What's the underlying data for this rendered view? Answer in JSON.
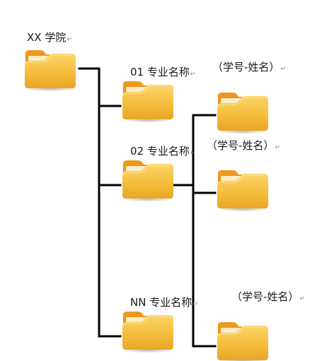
{
  "root": {
    "label": "XX 学院"
  },
  "majors": [
    {
      "label": "01 专业名称",
      "students_label": "（学号-姓名）"
    },
    {
      "label": "02 专业名称",
      "students_label": "（学号-姓名）"
    },
    {
      "label": "NN 专业名称",
      "students_label": "（学号-姓名）"
    }
  ],
  "paragraph_mark": "↵",
  "icons": {
    "folder": "folder-icon"
  },
  "colors": {
    "folder_front": "#f2b632",
    "folder_back": "#e08a12",
    "folder_paper": "#fbeec8",
    "connector": "#000000",
    "text": "#1a1a1a"
  }
}
